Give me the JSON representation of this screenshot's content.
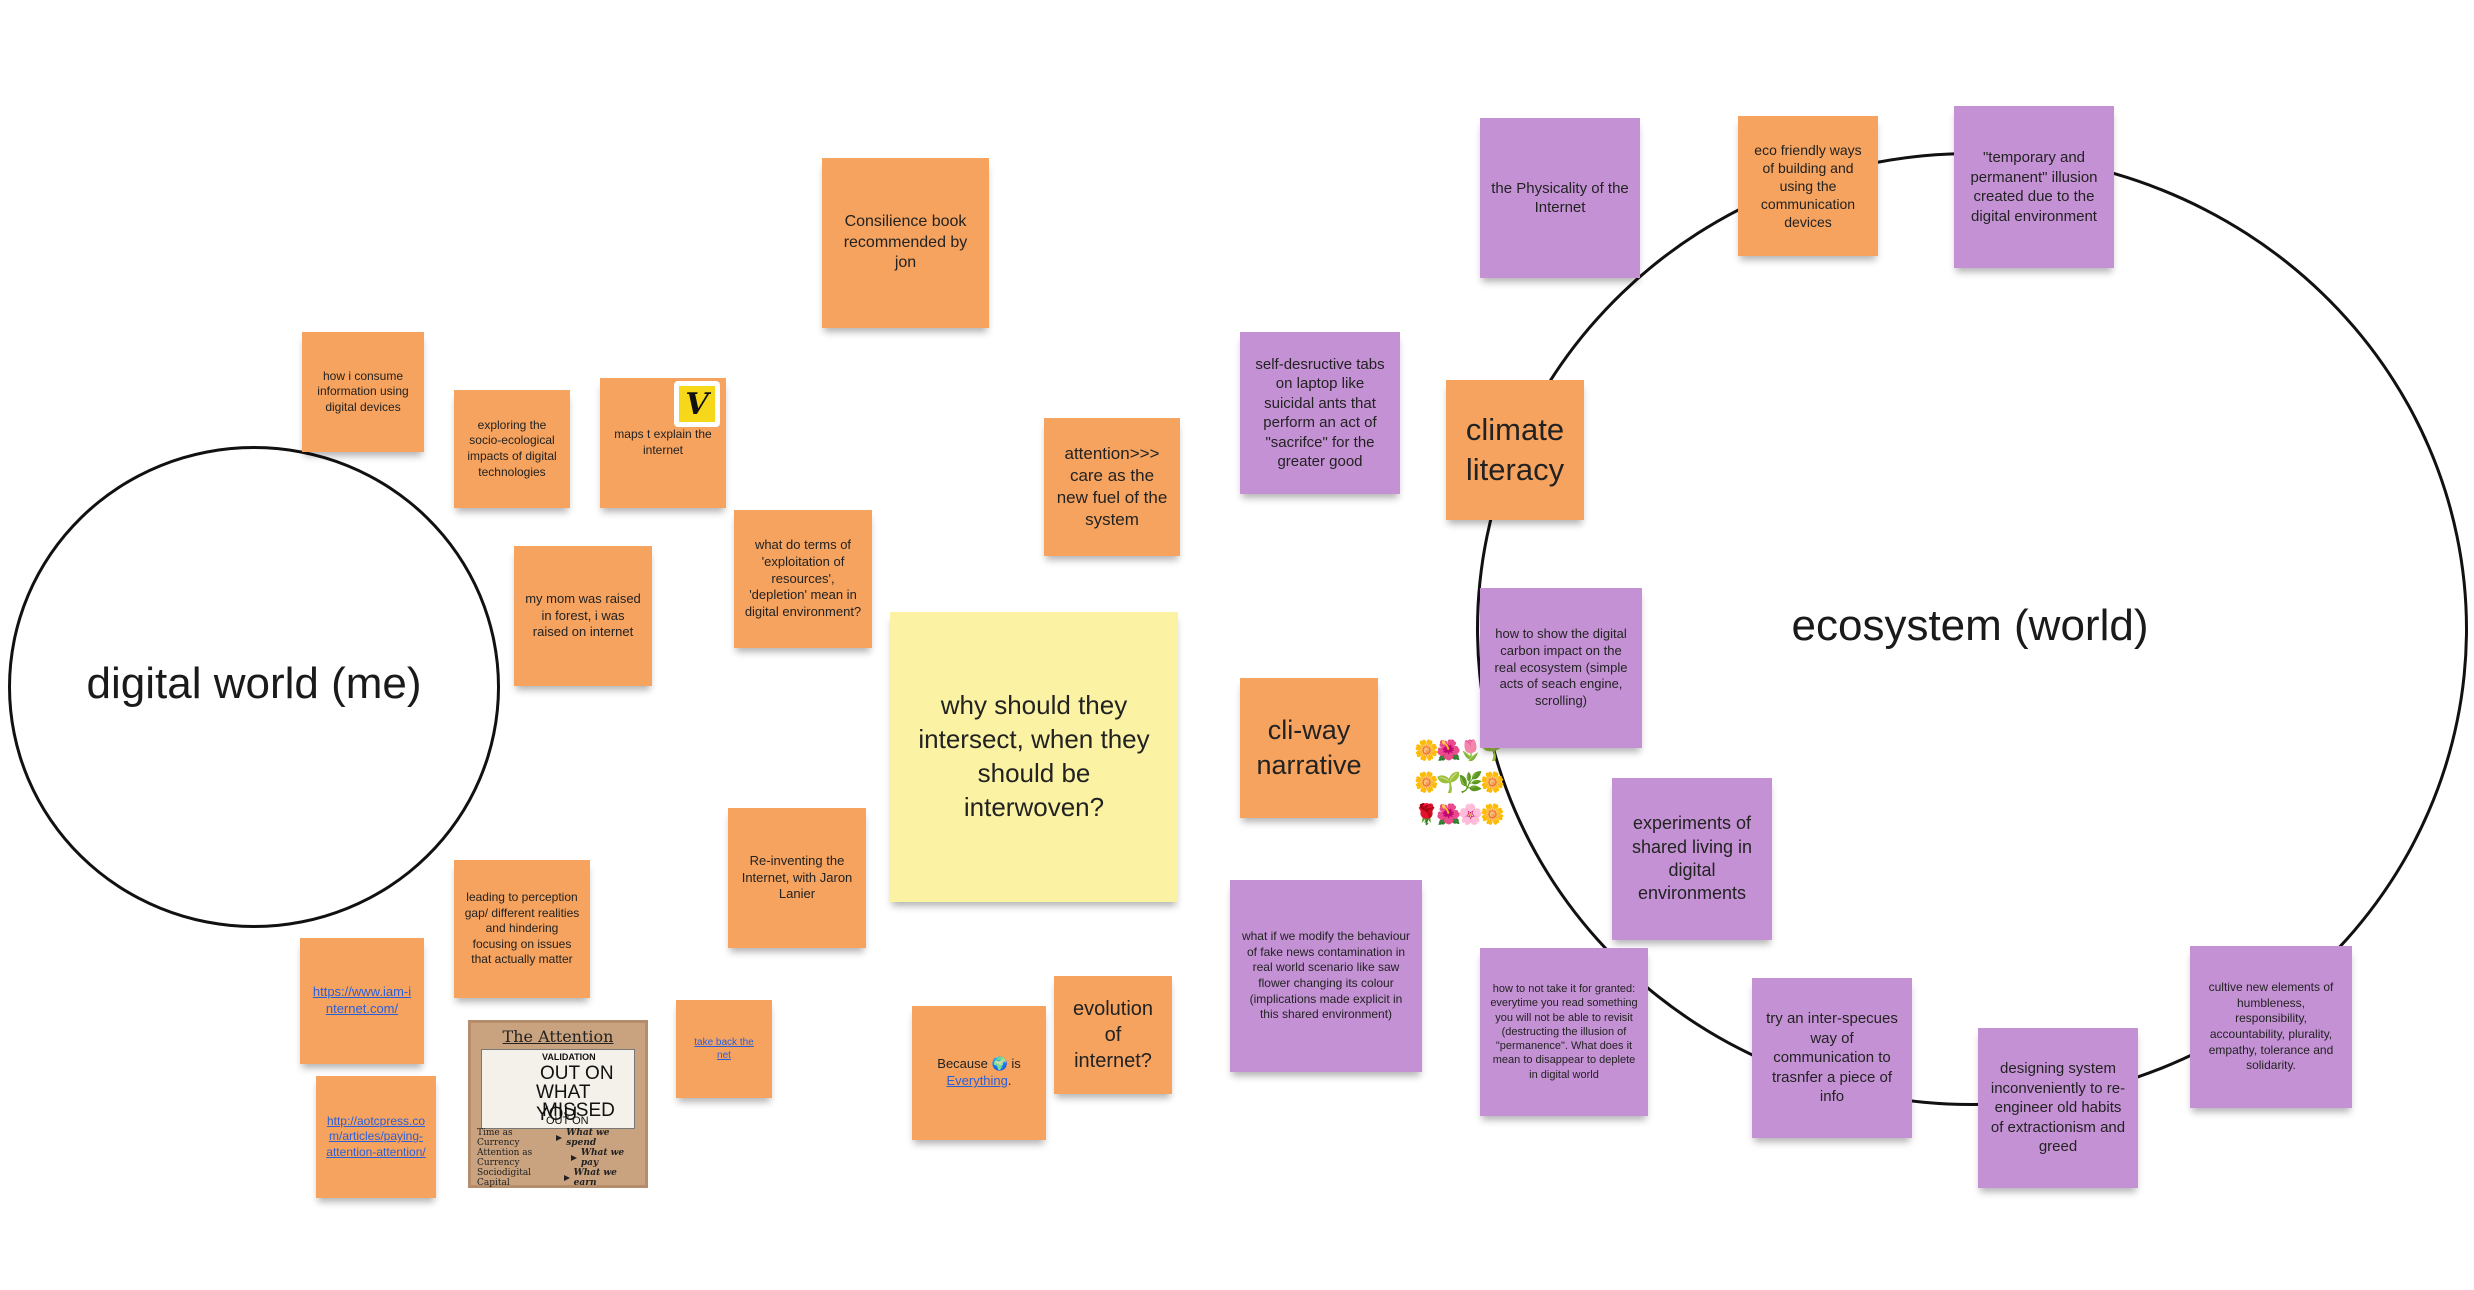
{
  "colors": {
    "orange_note": "#f5a35e",
    "purple_note": "#c492d4",
    "yellow_note": "#fbf3a3",
    "link": "#2b5fd9",
    "circle_stroke": "#111111"
  },
  "circles": {
    "digital_world": {
      "label": "digital world (me)"
    },
    "ecosystem": {
      "label": "ecosystem (world)"
    }
  },
  "notes": {
    "consilience": "Consilience book recommended by jon",
    "how_i_consume": "how i consume information using digital devices",
    "exploring": "exploring the socio-ecological impacts of digital technologies",
    "maps": "maps t explain the internet",
    "attention_care": "attention>>> care as the new fuel of the system",
    "terms": "what do terms of 'exploitation of resources', 'depletion' mean in digital environment?",
    "my_mom": "my mom was raised in forest, i was raised on internet",
    "why_intersect": "why should they intersect, when they should be interwoven?",
    "reinventing": "Re-inventing the Internet, with Jaron Lanier",
    "leading": "leading to perception gap/ different realities and hindering focusing on issues that actually matter",
    "iam_link": "https://www.iam-internet.com/",
    "aotc_link": "http://aotcpress.com/articles/paying-attention-attention/",
    "take_back": "take back the net",
    "because_prefix": "Because",
    "because_globe": "🌍",
    "because_is": "is",
    "because_everything": "Everything",
    "evolution": "evolution of internet?",
    "self_destructive": "self-desructive tabs on laptop like suicidal ants that perform an act of \"sacrifce\" for the greater good",
    "climate_literacy": "climate literacy",
    "cli_way": "cli-way narrative",
    "fake_news": "what if we modify the behaviour of fake news contamination in real world scenario like saw flower changing its colour (implications made explicit in this shared environment)",
    "physicality": "the Physicality of the Internet",
    "eco_friendly": "eco friendly ways of building and using the communication devices",
    "temporary_permanent": "\"temporary and permanent\" illusion created due to the digital environment",
    "carbon": "how to show the digital carbon impact on the real ecosystem (simple acts of seach engine, scrolling)",
    "experiments": "experiments of shared living in digital environments",
    "not_take": "how to not take it for granted: everytime you read something you will not be able to revisit (destructing the illusion of \"permanence\". What does it mean to disappear to deplete in digital world",
    "inter_species": "try an inter-specues way of communication to trasnfer a piece of info",
    "designing": "designing system inconveniently to re-engineer old habits of extractionism and greed",
    "cultive": "cultive new elements of humbleness, responsibility, accountability, plurality, empathy, tolerance and solidarity."
  },
  "badge": {
    "letter": "V"
  },
  "attention_image": {
    "title": "The Attention Economy",
    "collage_words": [
      "VALIDATION",
      "OUT ON",
      "WHAT YOU",
      "MISSED",
      "OUT ON"
    ],
    "rows": [
      {
        "left": "Time as Currency",
        "right": "What we spend"
      },
      {
        "left": "Attention as Currency",
        "right": "What we pay"
      },
      {
        "left": "Sociodigital Capital",
        "right": "What we earn"
      }
    ]
  },
  "flowers": [
    "🌼",
    "🌺",
    "🌷",
    "🌱",
    "🌼",
    "🌱",
    "🌿",
    "🌼",
    "🌹",
    "🌺",
    "🌸",
    "🌼"
  ]
}
